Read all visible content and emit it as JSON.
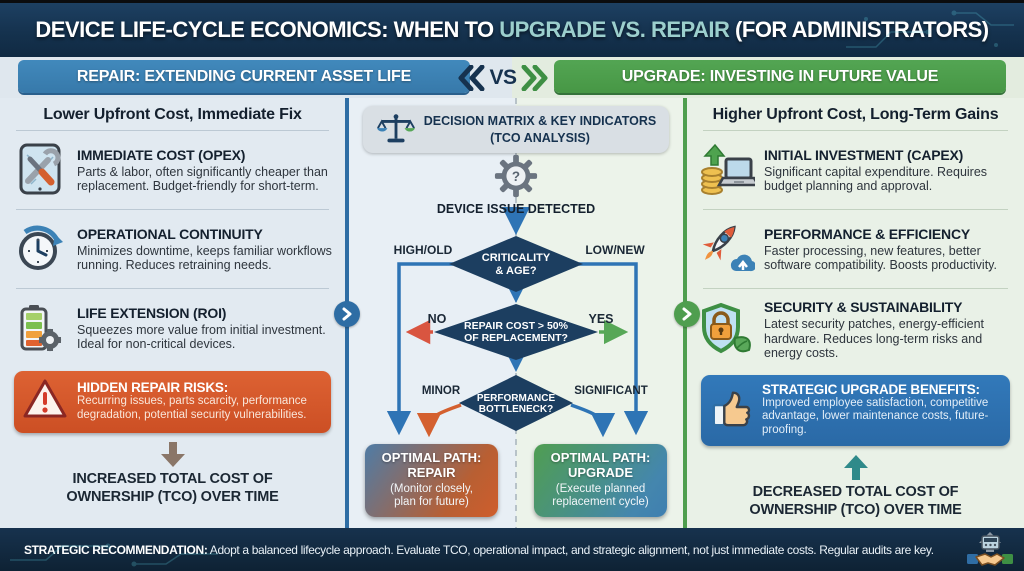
{
  "colors": {
    "header_navy": "#15324e",
    "repair_blue": "#3c82b6",
    "upgrade_green": "#4da24d",
    "title_highlight_teal": "#9ccfcd",
    "alert_orange": "#d6572c",
    "benefit_blue": "#2f74b4",
    "diamond_navy": "#1c3e60",
    "no_arrow_red": "#d95540",
    "yes_arrow_green": "#57a757",
    "tco_down_arrow": "#8a7668",
    "tco_up_arrow": "#2f8a8a"
  },
  "title": {
    "pre": "DEVICE LIFE-CYCLE ECONOMICS: WHEN TO ",
    "highlight": "UPGRADE VS. REPAIR",
    "post": " (FOR ADMINISTRATORS)"
  },
  "banners": {
    "left": "REPAIR: EXTENDING CURRENT ASSET LIFE",
    "vs": "VS",
    "right": "UPGRADE: INVESTING IN FUTURE VALUE"
  },
  "repair_column": {
    "heading": "Lower Upfront Cost, Immediate Fix",
    "items": [
      {
        "icon": "repair-tablet-icon",
        "title": "IMMEDIATE COST (OPEX)",
        "body": "Parts & labor, often significantly cheaper than replacement. Budget-friendly for short-term."
      },
      {
        "icon": "clock-rotate-icon",
        "title": "OPERATIONAL CONTINUITY",
        "body": "Minimizes downtime, keeps familiar workflows running. Reduces retraining needs."
      },
      {
        "icon": "battery-gear-icon",
        "title": "LIFE EXTENSION (ROI)",
        "body": "Squeezes more value from initial investment. Ideal for non-critical devices."
      }
    ],
    "alert": {
      "title": "HIDDEN REPAIR RISKS:",
      "body": "Recurring issues, parts scarcity, performance degradation, potential security vulnerabilities."
    },
    "outcome": "INCREASED TOTAL COST OF OWNERSHIP (TCO) OVER TIME"
  },
  "upgrade_column": {
    "heading": "Higher Upfront Cost, Long-Term Gains",
    "items": [
      {
        "icon": "coins-laptop-icon",
        "title": "INITIAL INVESTMENT (CAPEX)",
        "body": "Significant capital expenditure. Requires budget planning and approval."
      },
      {
        "icon": "rocket-cloud-icon",
        "title": "PERFORMANCE & EFFICIENCY",
        "body": "Faster processing, new features, better software compatibility. Boosts productivity."
      },
      {
        "icon": "shield-leaf-icon",
        "title": "SECURITY & SUSTAINABILITY",
        "body": "Latest security patches, energy-efficient hardware. Reduces long-term risks and energy costs."
      }
    ],
    "benefit": {
      "title": "STRATEGIC UPGRADE BENEFITS:",
      "body": "Improved employee satisfaction, competitive advantage, lower maintenance costs, future-proofing."
    },
    "outcome": "DECREASED TOTAL COST OF OWNERSHIP (TCO) OVER TIME"
  },
  "decision": {
    "header_line1": "DECISION MATRIX & KEY INDICATORS",
    "header_line2": "(TCO ANALYSIS)",
    "start": "DEVICE ISSUE DETECTED",
    "d1": {
      "l1": "CRITICALITY",
      "l2": "& AGE?",
      "left": "HIGH/OLD",
      "right": "LOW/NEW"
    },
    "d2": {
      "l1": "REPAIR COST > 50%",
      "l2": "OF REPLACEMENT?",
      "left": "NO",
      "right": "YES"
    },
    "d3": {
      "l1": "PERFORMANCE",
      "l2": "BOTTLENECK?",
      "left": "MINOR",
      "right": "SIGNIFICANT"
    },
    "repair_path": {
      "t1": "OPTIMAL PATH:",
      "t2": "REPAIR",
      "s1": "(Monitor closely,",
      "s2": "plan for future)"
    },
    "upgrade_path": {
      "t1": "OPTIMAL PATH:",
      "t2": "UPGRADE",
      "s1": "(Execute planned",
      "s2": "replacement cycle)"
    }
  },
  "footer": {
    "label": "STRATEGIC RECOMMENDATION:",
    "text": " Adopt a balanced lifecycle approach. Evaluate TCO, operational impact, and strategic alignment, not just immediate costs. Regular audits are key."
  }
}
